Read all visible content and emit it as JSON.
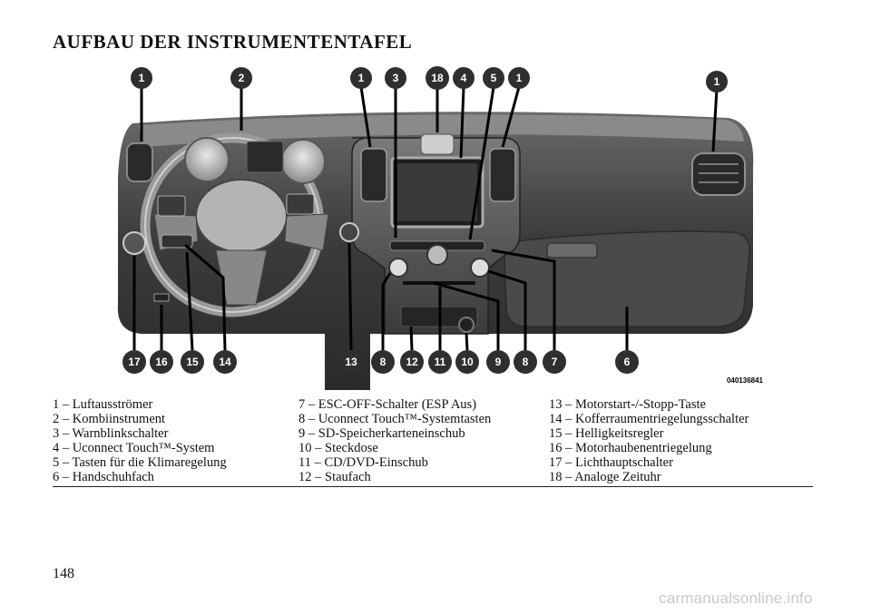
{
  "title": "AUFBAU DER INSTRUMENTENTAFEL",
  "figure": {
    "code": "040136841",
    "top_callouts": [
      "1",
      "2",
      "1",
      "3",
      "18",
      "4",
      "5",
      "1",
      "1"
    ],
    "bottom_callouts": [
      "17",
      "16",
      "15",
      "14",
      "13",
      "8",
      "12",
      "11",
      "10",
      "9",
      "8",
      "7",
      "6"
    ],
    "colors": {
      "callout_fill": "#2f2f2f",
      "dash": "#3a3a3a",
      "background": "#ffffff"
    }
  },
  "legend": {
    "col1": [
      "1 – Luftausströmer",
      "2 – Kombiinstrument",
      "3 – Warnblinkschalter",
      "4 – Uconnect Touch™-System",
      "5 – Tasten für die Klimaregelung",
      "6 – Handschuhfach"
    ],
    "col2": [
      "7 – ESC-OFF-Schalter (ESP Aus)",
      "8 – Uconnect Touch™-Systemtasten",
      "9 – SD-Speicherkarteneinschub",
      "10  – Steckdose",
      "11 – CD/DVD-Einschub",
      "12 – Staufach"
    ],
    "col3": [
      "13 – Motorstart-/-Stopp-Taste",
      "14 – Kofferraumentriegelungsschalter",
      "15 – Helligkeitsregler",
      "16 – Motorhaubenentriegelung",
      "17 – Lichthauptschalter",
      "18 – Analoge Zeituhr"
    ]
  },
  "page_number": "148",
  "watermark": "carmanualsonline.info"
}
